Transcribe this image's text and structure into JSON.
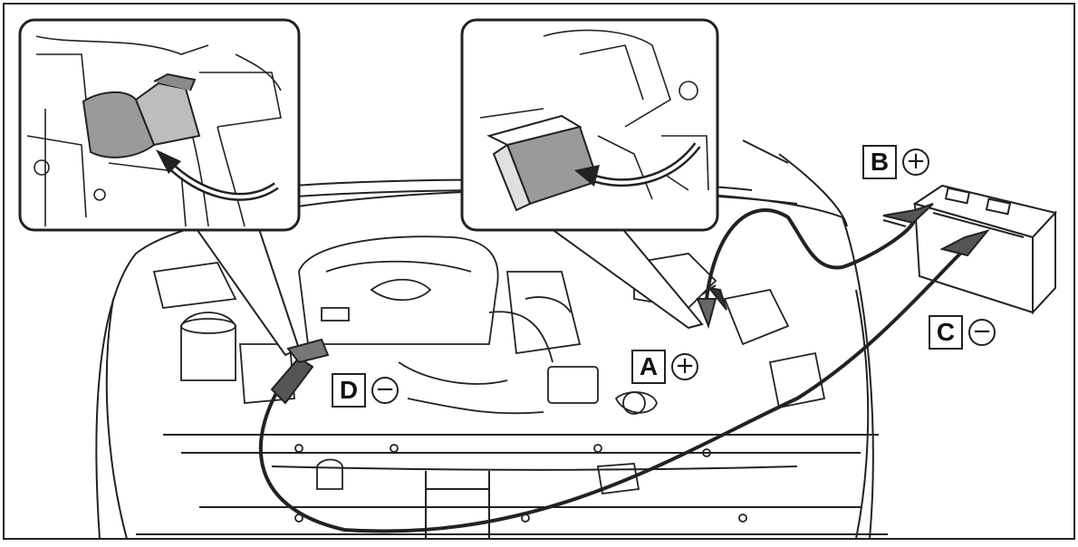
{
  "labels": {
    "A": {
      "letter": "A",
      "sign": "+"
    },
    "B": {
      "letter": "B",
      "sign": "+"
    },
    "C": {
      "letter": "C",
      "sign": "−"
    },
    "D": {
      "letter": "D",
      "sign": "−"
    }
  },
  "colors": {
    "line": "#222222",
    "shade": "#9a9a9a",
    "background": "#ffffff"
  }
}
